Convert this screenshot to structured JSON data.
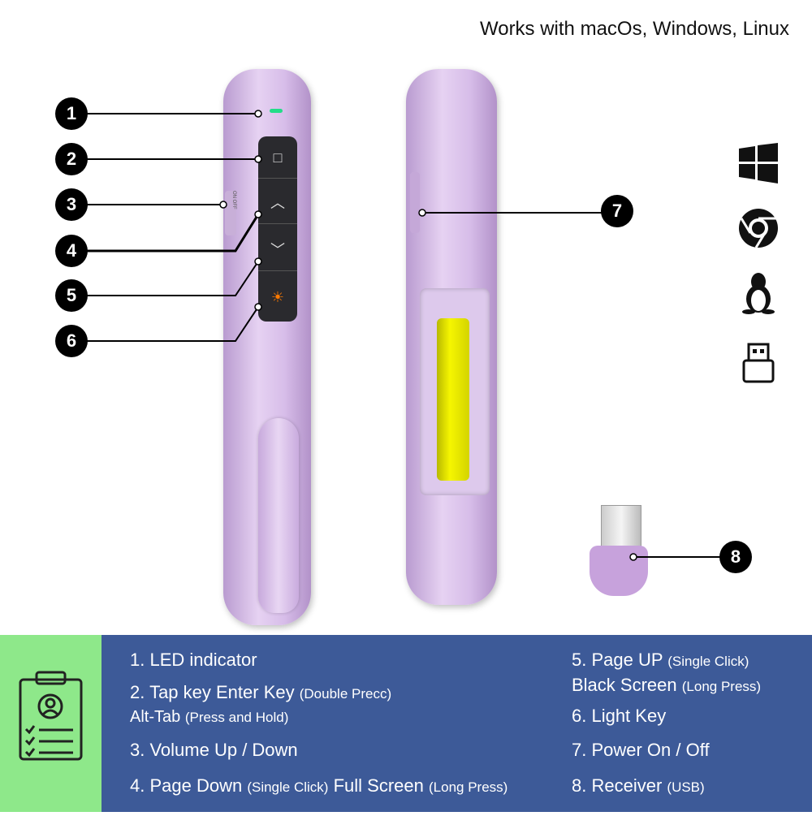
{
  "header": {
    "compat": "Works with macOs, Windows, Linux"
  },
  "callouts": [
    "1",
    "2",
    "3",
    "4",
    "5",
    "6",
    "7",
    "8"
  ],
  "switch_labels": {
    "on": "ON",
    "off": "OFF"
  },
  "os_icons": [
    "windows-icon",
    "chrome-icon",
    "linux-icon",
    "usb-receiver-icon"
  ],
  "features": [
    {
      "main": "1. LED indicator",
      "note": ""
    },
    {
      "main": "2. Tap key Enter Key",
      "note": "(Double Precc)"
    },
    {
      "main": "Alt-Tab",
      "note": "(Press and Hold)"
    },
    {
      "main": "3. Volume Up / Down",
      "note": ""
    },
    {
      "main": "4. Page Down",
      "note": "(Single Click)",
      "main2": "Full Screen",
      "note2": "(Long Press)"
    },
    {
      "main": "5. Page UP",
      "note": "(Single Click)"
    },
    {
      "main": "Black Screen",
      "note": "(Long Press)"
    },
    {
      "main": "6. Light Key",
      "note": ""
    },
    {
      "main": "7. Power On / Off",
      "note": ""
    },
    {
      "main": "8. Receiver",
      "note": "(USB)"
    }
  ],
  "colors": {
    "panel": "#3d5a98",
    "green": "#8ee88a",
    "pen": "#d7bde9",
    "battery": "#f2f200",
    "led": "#22dd88"
  }
}
